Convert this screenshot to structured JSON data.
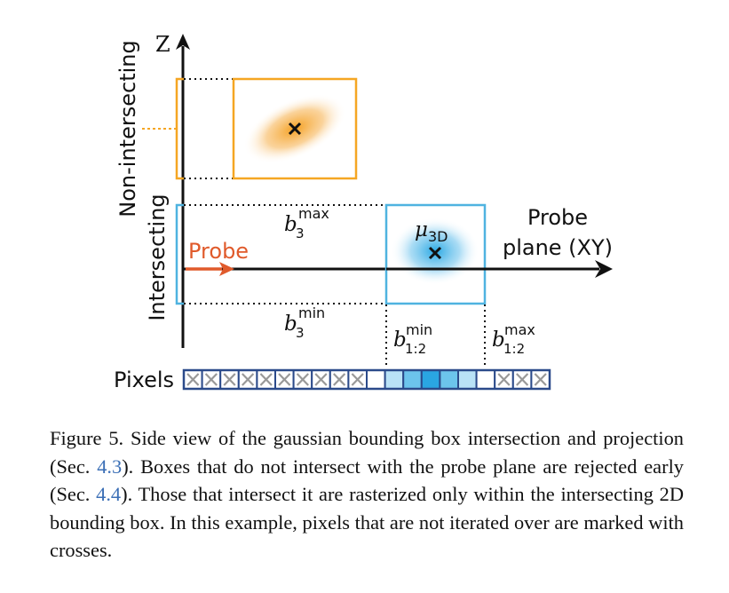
{
  "diagram": {
    "z_axis_label": "Z",
    "non_intersecting_label": "Non-intersecting",
    "intersecting_label": "Intersecting",
    "probe_label": "Probe",
    "probe_plane_label_line1": "Probe",
    "probe_plane_label_line2": "plane (XY)",
    "b3_max": {
      "base": "b",
      "sub": "3",
      "sup": "max"
    },
    "b3_min": {
      "base": "b",
      "sub": "3",
      "sup": "min"
    },
    "mu": {
      "base": "μ",
      "sub": "3D"
    },
    "b12_min": {
      "base": "b",
      "sub": "1:2",
      "sup": "min"
    },
    "b12_max": {
      "base": "b",
      "sub": "1:2",
      "sup": "max"
    },
    "pixels_label": "Pixels",
    "pixels": [
      "cross",
      "cross",
      "cross",
      "cross",
      "cross",
      "cross",
      "cross",
      "cross",
      "cross",
      "cross",
      "empty",
      "light",
      "medium",
      "dark",
      "medium",
      "light",
      "empty",
      "cross",
      "cross",
      "cross"
    ],
    "colors": {
      "orange": "#f5a623",
      "blue": "#4fb3e0",
      "probe": "#e05a2b",
      "pixel_border": "#2b4a8a"
    }
  },
  "caption": {
    "part1": "Figure 5.  Side view of the gaussian bounding box intersection and projection (Sec. ",
    "ref1": "4.3",
    "part2": ").  Boxes that do not intersect with the probe plane are rejected early (Sec. ",
    "ref2": "4.4",
    "part3": "). Those that intersect it are rasterized only within the intersecting 2D bounding box.  In this example, pixels that are not iterated over are marked with crosses."
  }
}
